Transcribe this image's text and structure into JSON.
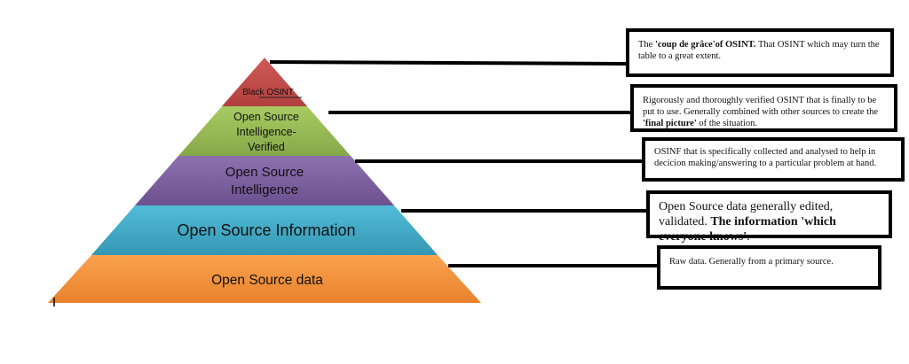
{
  "pyramid": {
    "levels": [
      {
        "label": "Black OSINT",
        "color": "#c0504d"
      },
      {
        "label_lines": [
          "Open Source",
          "Intelligence-",
          "Verified"
        ],
        "color": "#9bbb59"
      },
      {
        "label_lines": [
          "Open Source",
          "Intelligence"
        ],
        "color": "#8064a2"
      },
      {
        "label": "Open Source Information",
        "color": "#4bacc6"
      },
      {
        "label": "Open Source data",
        "color": "#f79646"
      }
    ]
  },
  "descriptions": [
    {
      "pre": "The ",
      "bold": "'coup de grâce'of OSINT.",
      "post": " That OSINT which may turn the table to a great extent."
    },
    {
      "pre": "Rigorously and thoroughly verified OSINT that is finally to be put to use. Generally combined with other sources to create the ",
      "bold": "'final picture'",
      "post": " of the situation."
    },
    {
      "text": "OSINF that is specifically collected and analysed to help in decicion making/answering to a particular problem at hand."
    },
    {
      "pre": "Open Source data generally edited, validated. ",
      "bold": "The information 'which everyone knows'",
      "post": "."
    },
    {
      "text": "Raw data. Generally from a primary source."
    }
  ]
}
